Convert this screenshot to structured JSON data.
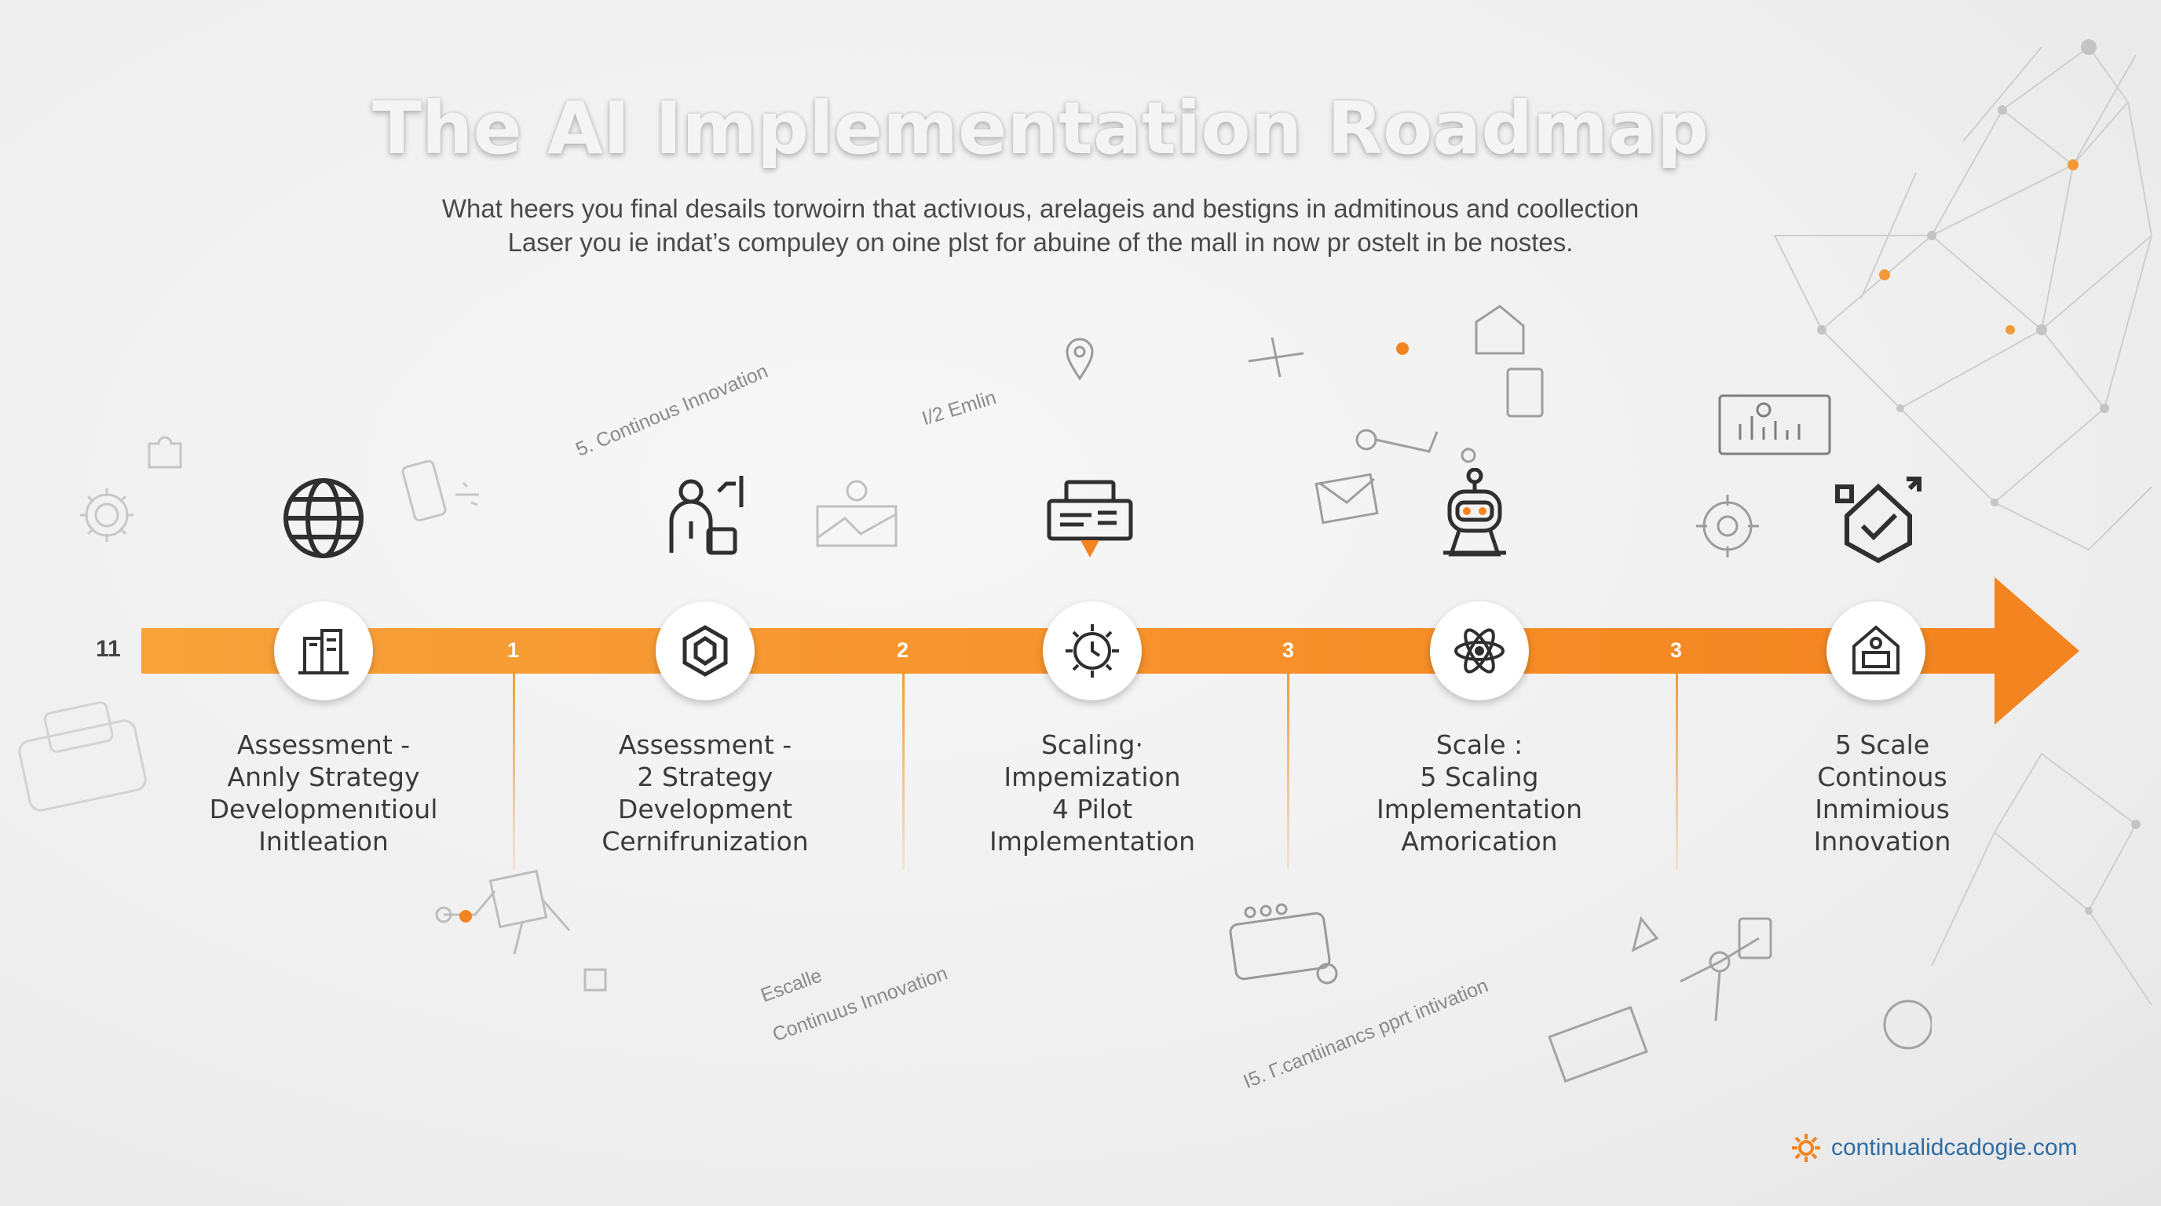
{
  "header": {
    "title": "The AI Implementation Roadmap",
    "subtitle_lines": [
      "What heers you final desails torwoirn that activıous, arelageis and bestigns in admitinous and coollection",
      "Laser you ie indat’s compuley on oine plst for abuine of the mall in now pr ostelt in be nostes."
    ]
  },
  "timeline": {
    "start_label": "11",
    "connector_numbers": [
      "1",
      "2",
      "3",
      "3"
    ],
    "stages": [
      {
        "icon": "globe-icon",
        "node_icon": "document-stack-icon",
        "label_lines": [
          "Assessment -",
          "Annly Strategy",
          "Developmenıtioul",
          "Initleation"
        ]
      },
      {
        "icon": "presenter-icon",
        "node_icon": "hexagon-cycle-icon",
        "label_lines": [
          "Assessment -",
          "2 Strategy",
          "Development",
          "Cernifrunization"
        ]
      },
      {
        "icon": "printer-icon",
        "node_icon": "gear-clock-icon",
        "label_lines": [
          "Scaling·",
          "Impemization",
          "4 Pilot",
          "Implementation"
        ]
      },
      {
        "icon": "robot-icon",
        "node_icon": "atom-gear-icon",
        "label_lines": [
          "Scale :",
          "5 Scaling",
          "Implementation",
          "Amorication"
        ]
      },
      {
        "icon": "shield-house-icon",
        "node_icon": "home-server-icon",
        "label_lines": [
          "5 Scale",
          "Continous",
          "Inmimious",
          "Innovation"
        ]
      }
    ]
  },
  "annotations": {
    "note_top_left": "5. Continous Innovation",
    "note_top_mid": "I/2 Emlin",
    "note_bottom_escalle": "Escalle",
    "note_bottom_continuus": "Continuus Innovation",
    "note_bottom_right": "I5. Γ.cantiinancs pprt intivation"
  },
  "footer": {
    "brand_text": "continualidcadogie.com",
    "brand_icon": "sun-gear-icon"
  },
  "colors": {
    "accent": "#f7902a",
    "brand_link": "#2e6da4",
    "text": "#3b3b3b"
  }
}
